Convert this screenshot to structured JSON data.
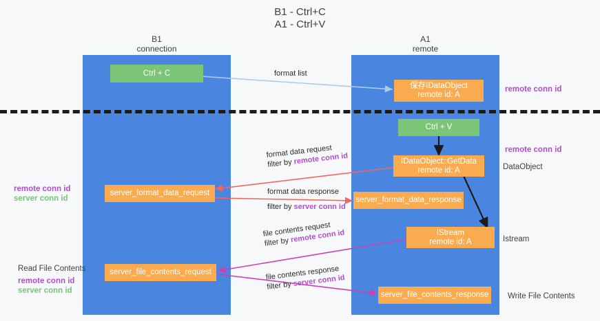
{
  "title": {
    "line1": "B1 - Ctrl+C",
    "line2": "A1 - Ctrl+V"
  },
  "lanes": [
    {
      "id": "b1",
      "name": "B1",
      "role": "connection"
    },
    {
      "id": "a1",
      "name": "A1",
      "role": "remote"
    }
  ],
  "nodes": {
    "ctrl_c": {
      "line1": "Ctrl + C",
      "line2": ""
    },
    "idataobject_remote": {
      "line1": "保存IDataObject",
      "line2": "remote id: A"
    },
    "ctrl_v": {
      "line1": "Ctrl + V",
      "line2": ""
    },
    "getdata": {
      "line1": "IDataObject::GetData",
      "line2": "remote id: A"
    },
    "istream": {
      "line1": "IStream",
      "line2": "remote id: A"
    },
    "server_format_data_request": {
      "line1": "server_format_data_request",
      "line2": ""
    },
    "server_format_data_response": {
      "line1": "server_format_data_response",
      "line2": ""
    },
    "server_file_contents_request": {
      "line1": "server_file_contents_request",
      "line2": ""
    },
    "server_file_contents_response": {
      "line1": "server_file_contents_response",
      "line2": ""
    }
  },
  "edges": {
    "format_list": {
      "label": "format list",
      "filter_prefix": "",
      "filter_key": ""
    },
    "format_data_request": {
      "label": "format data request",
      "filter_prefix": "filter by ",
      "filter_key": "remote conn id"
    },
    "format_data_response": {
      "label": "format data response",
      "filter_prefix": "filter by ",
      "filter_key": "server conn id"
    },
    "file_contents_request": {
      "label": "file contents request",
      "filter_prefix": "filter by ",
      "filter_key": "remote conn id"
    },
    "file_contents_response": {
      "label": "file contents response",
      "filter_prefix": "filter by ",
      "filter_key": "server conn id"
    }
  },
  "annotations": {
    "right_top_conn": "remote conn id",
    "right_mid_conn": "remote conn id",
    "right_dataobject": "DataObject",
    "right_istream": "Istream",
    "right_write_file": "Write File Contents",
    "left_remote_conn": "remote conn id",
    "left_server_conn": "server conn id",
    "left_read_file": "Read File Contents",
    "left_remote_conn2": "remote conn id",
    "left_server_conn2": "server conn id"
  },
  "colors": {
    "lane": "#4a86e0",
    "node_orange": "#fbab4f",
    "node_green": "#7cc576",
    "accent_purple": "#b04fc8",
    "accent_green": "#78c57a",
    "edge_blue": "#a9cdf0",
    "edge_red": "#f4665a",
    "edge_magenta": "#cf3fb4",
    "edge_black": "#1b1b1b",
    "background": "#f7f8fa"
  }
}
